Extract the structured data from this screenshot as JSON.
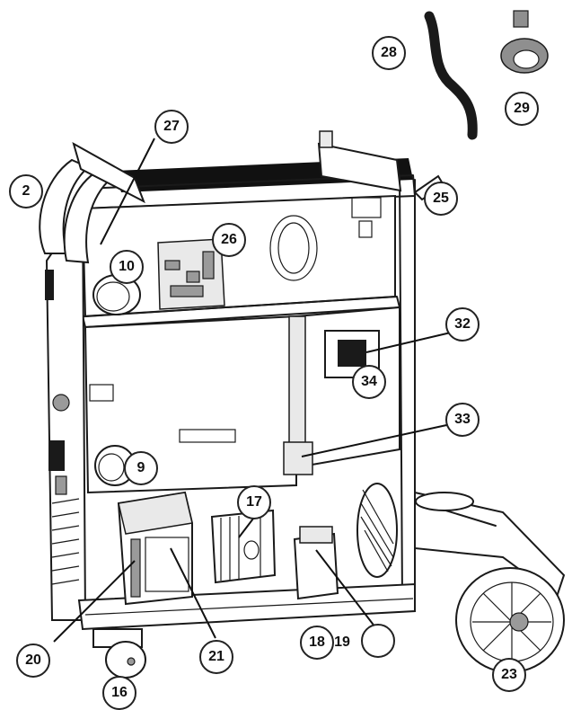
{
  "callouts": {
    "c2": "2",
    "c9": "9",
    "c10": "10",
    "c16": "16",
    "c17": "17",
    "c18": "18",
    "c19": "19",
    "c20": "20",
    "c21": "21",
    "c23": "23",
    "c25": "25",
    "c26": "26",
    "c27": "27",
    "c28": "28",
    "c29": "29",
    "c32": "32",
    "c33": "33",
    "c34": "34"
  }
}
